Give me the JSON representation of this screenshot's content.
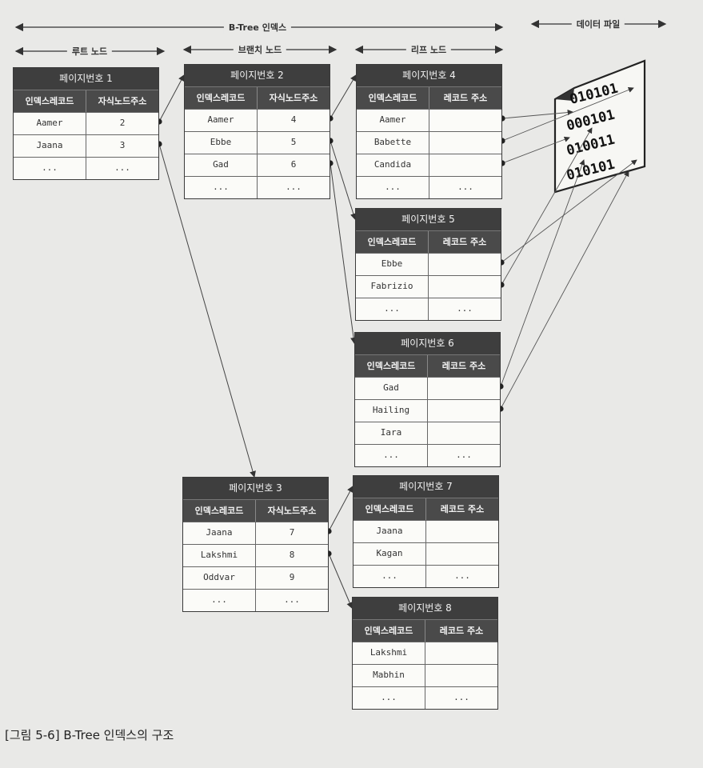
{
  "header": {
    "btree_index": "B-Tree 인덱스",
    "root_node": "루트 노드",
    "branch_node": "브랜치 노드",
    "leaf_node": "리프 노드",
    "data_file": "데이터 파일"
  },
  "nodes": {
    "page1": {
      "title": "페이지번호 1",
      "col1": "인덱스레코드",
      "col2": "자식노드주소",
      "rows": [
        [
          "Aamer",
          "2"
        ],
        [
          "Jaana",
          "3"
        ],
        [
          "...",
          "..."
        ]
      ]
    },
    "page2": {
      "title": "페이지번호 2",
      "col1": "인덱스레코드",
      "col2": "자식노드주소",
      "rows": [
        [
          "Aamer",
          "4"
        ],
        [
          "Ebbe",
          "5"
        ],
        [
          "Gad",
          "6"
        ],
        [
          "...",
          "..."
        ]
      ]
    },
    "page3": {
      "title": "페이지번호 3",
      "col1": "인덱스레코드",
      "col2": "자식노드주소",
      "rows": [
        [
          "Jaana",
          "7"
        ],
        [
          "Lakshmi",
          "8"
        ],
        [
          "Oddvar",
          "9"
        ],
        [
          "...",
          "..."
        ]
      ]
    },
    "page4": {
      "title": "페이지번호 4",
      "col1": "인덱스레코드",
      "col2": "레코드 주소",
      "rows": [
        [
          "Aamer",
          ""
        ],
        [
          "Babette",
          ""
        ],
        [
          "Candida",
          ""
        ],
        [
          "...",
          "..."
        ]
      ]
    },
    "page5": {
      "title": "페이지번호 5",
      "col1": "인덱스레코드",
      "col2": "레코드 주소",
      "rows": [
        [
          "Ebbe",
          ""
        ],
        [
          "Fabrizio",
          ""
        ],
        [
          "...",
          "..."
        ]
      ]
    },
    "page6": {
      "title": "페이지번호 6",
      "col1": "인덱스레코드",
      "col2": "레코드 주소",
      "rows": [
        [
          "Gad",
          ""
        ],
        [
          "Hailing",
          ""
        ],
        [
          "Iara",
          ""
        ],
        [
          "...",
          "..."
        ]
      ]
    },
    "page7": {
      "title": "페이지번호 7",
      "col1": "인덱스레코드",
      "col2": "레코드 주소",
      "rows": [
        [
          "Jaana",
          ""
        ],
        [
          "Kagan",
          ""
        ],
        [
          "...",
          "..."
        ]
      ]
    },
    "page8": {
      "title": "페이지번호 8",
      "col1": "인덱스레코드",
      "col2": "레코드 주소",
      "rows": [
        [
          "Lakshmi",
          ""
        ],
        [
          "Mabhin",
          ""
        ],
        [
          "...",
          "..."
        ]
      ]
    }
  },
  "data_file_rows": [
    "010101",
    "000101",
    "010011",
    "010101"
  ],
  "caption": "[그림 5-6] B-Tree 인덱스의 구조"
}
